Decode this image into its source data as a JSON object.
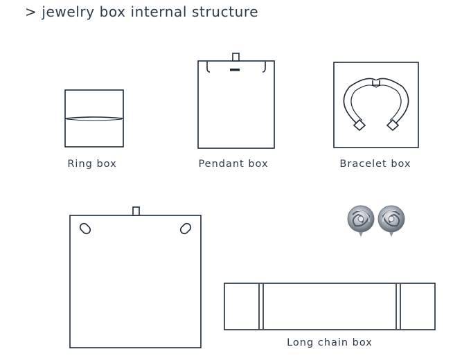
{
  "header": {
    "title": "> jewelry box internal structure"
  },
  "boxes": [
    {
      "id": "ring",
      "caption": "Ring box",
      "icon": "ring-box-icon"
    },
    {
      "id": "pendant",
      "caption": "Pendant box",
      "icon": "pendant-box-icon"
    },
    {
      "id": "bracelet",
      "caption": "Bracelet box",
      "icon": "bracelet-box-icon"
    },
    {
      "id": "necklace",
      "caption": "",
      "icon": "necklace-box-icon"
    },
    {
      "id": "earrings",
      "caption": "",
      "icon": "earring-image"
    },
    {
      "id": "long-chain",
      "caption": "Long chain box",
      "icon": "long-chain-box-icon"
    }
  ],
  "colors": {
    "stroke": "#1c2a38",
    "text": "#2c3a4a",
    "metal": "#9aa3ad"
  }
}
